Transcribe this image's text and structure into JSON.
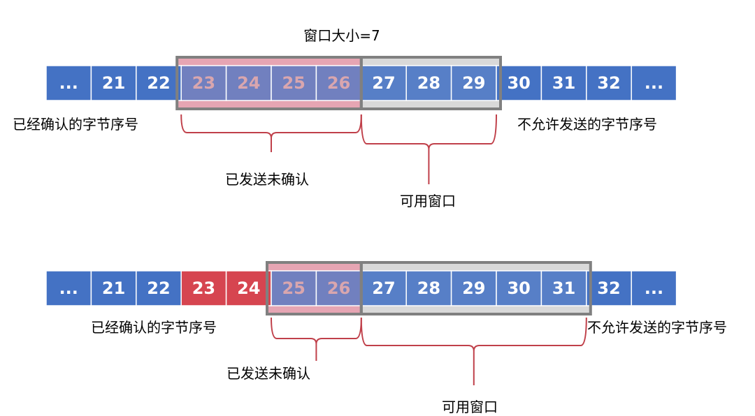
{
  "window_size_label": "窗口大小=7",
  "colors": {
    "cell_blue": "#4472c4",
    "cell_red": "#d64550",
    "cell_text": "#ffffff",
    "sent_text": "#d9a6ae",
    "cell_border": "#ffffff",
    "window_frame": "#808080",
    "sent_fill": "#e6a5b3",
    "available_fill": "#d9d9d9",
    "brace": "#c0404a",
    "label": "#000000"
  },
  "rows": [
    {
      "id": "before",
      "cells": [
        {
          "label": "...",
          "state": "acked"
        },
        {
          "label": "21",
          "state": "acked"
        },
        {
          "label": "22",
          "state": "acked"
        },
        {
          "label": "23",
          "state": "sent_unacked"
        },
        {
          "label": "24",
          "state": "sent_unacked"
        },
        {
          "label": "25",
          "state": "sent_unacked"
        },
        {
          "label": "26",
          "state": "sent_unacked"
        },
        {
          "label": "27",
          "state": "available"
        },
        {
          "label": "28",
          "state": "available"
        },
        {
          "label": "29",
          "state": "available"
        },
        {
          "label": "30",
          "state": "not_allowed"
        },
        {
          "label": "31",
          "state": "not_allowed"
        },
        {
          "label": "32",
          "state": "not_allowed"
        },
        {
          "label": "...",
          "state": "not_allowed"
        }
      ],
      "labels": {
        "acked": "已经确认的字节序号",
        "not_allowed": "不允许发送的字节序号",
        "sent_unacked": "已发送未确认",
        "available": "可用窗口"
      }
    },
    {
      "id": "after",
      "cells": [
        {
          "label": "...",
          "state": "acked"
        },
        {
          "label": "21",
          "state": "acked"
        },
        {
          "label": "22",
          "state": "acked"
        },
        {
          "label": "23",
          "state": "newly_acked"
        },
        {
          "label": "24",
          "state": "newly_acked"
        },
        {
          "label": "25",
          "state": "sent_unacked"
        },
        {
          "label": "26",
          "state": "sent_unacked"
        },
        {
          "label": "27",
          "state": "available"
        },
        {
          "label": "28",
          "state": "available"
        },
        {
          "label": "29",
          "state": "available"
        },
        {
          "label": "30",
          "state": "available"
        },
        {
          "label": "31",
          "state": "available"
        },
        {
          "label": "32",
          "state": "not_allowed"
        },
        {
          "label": "...",
          "state": "not_allowed"
        }
      ],
      "labels": {
        "acked": "已经确认的字节序号",
        "not_allowed": "不允许发送的字节序号",
        "sent_unacked": "已发送未确认",
        "available": "可用窗口"
      }
    }
  ]
}
